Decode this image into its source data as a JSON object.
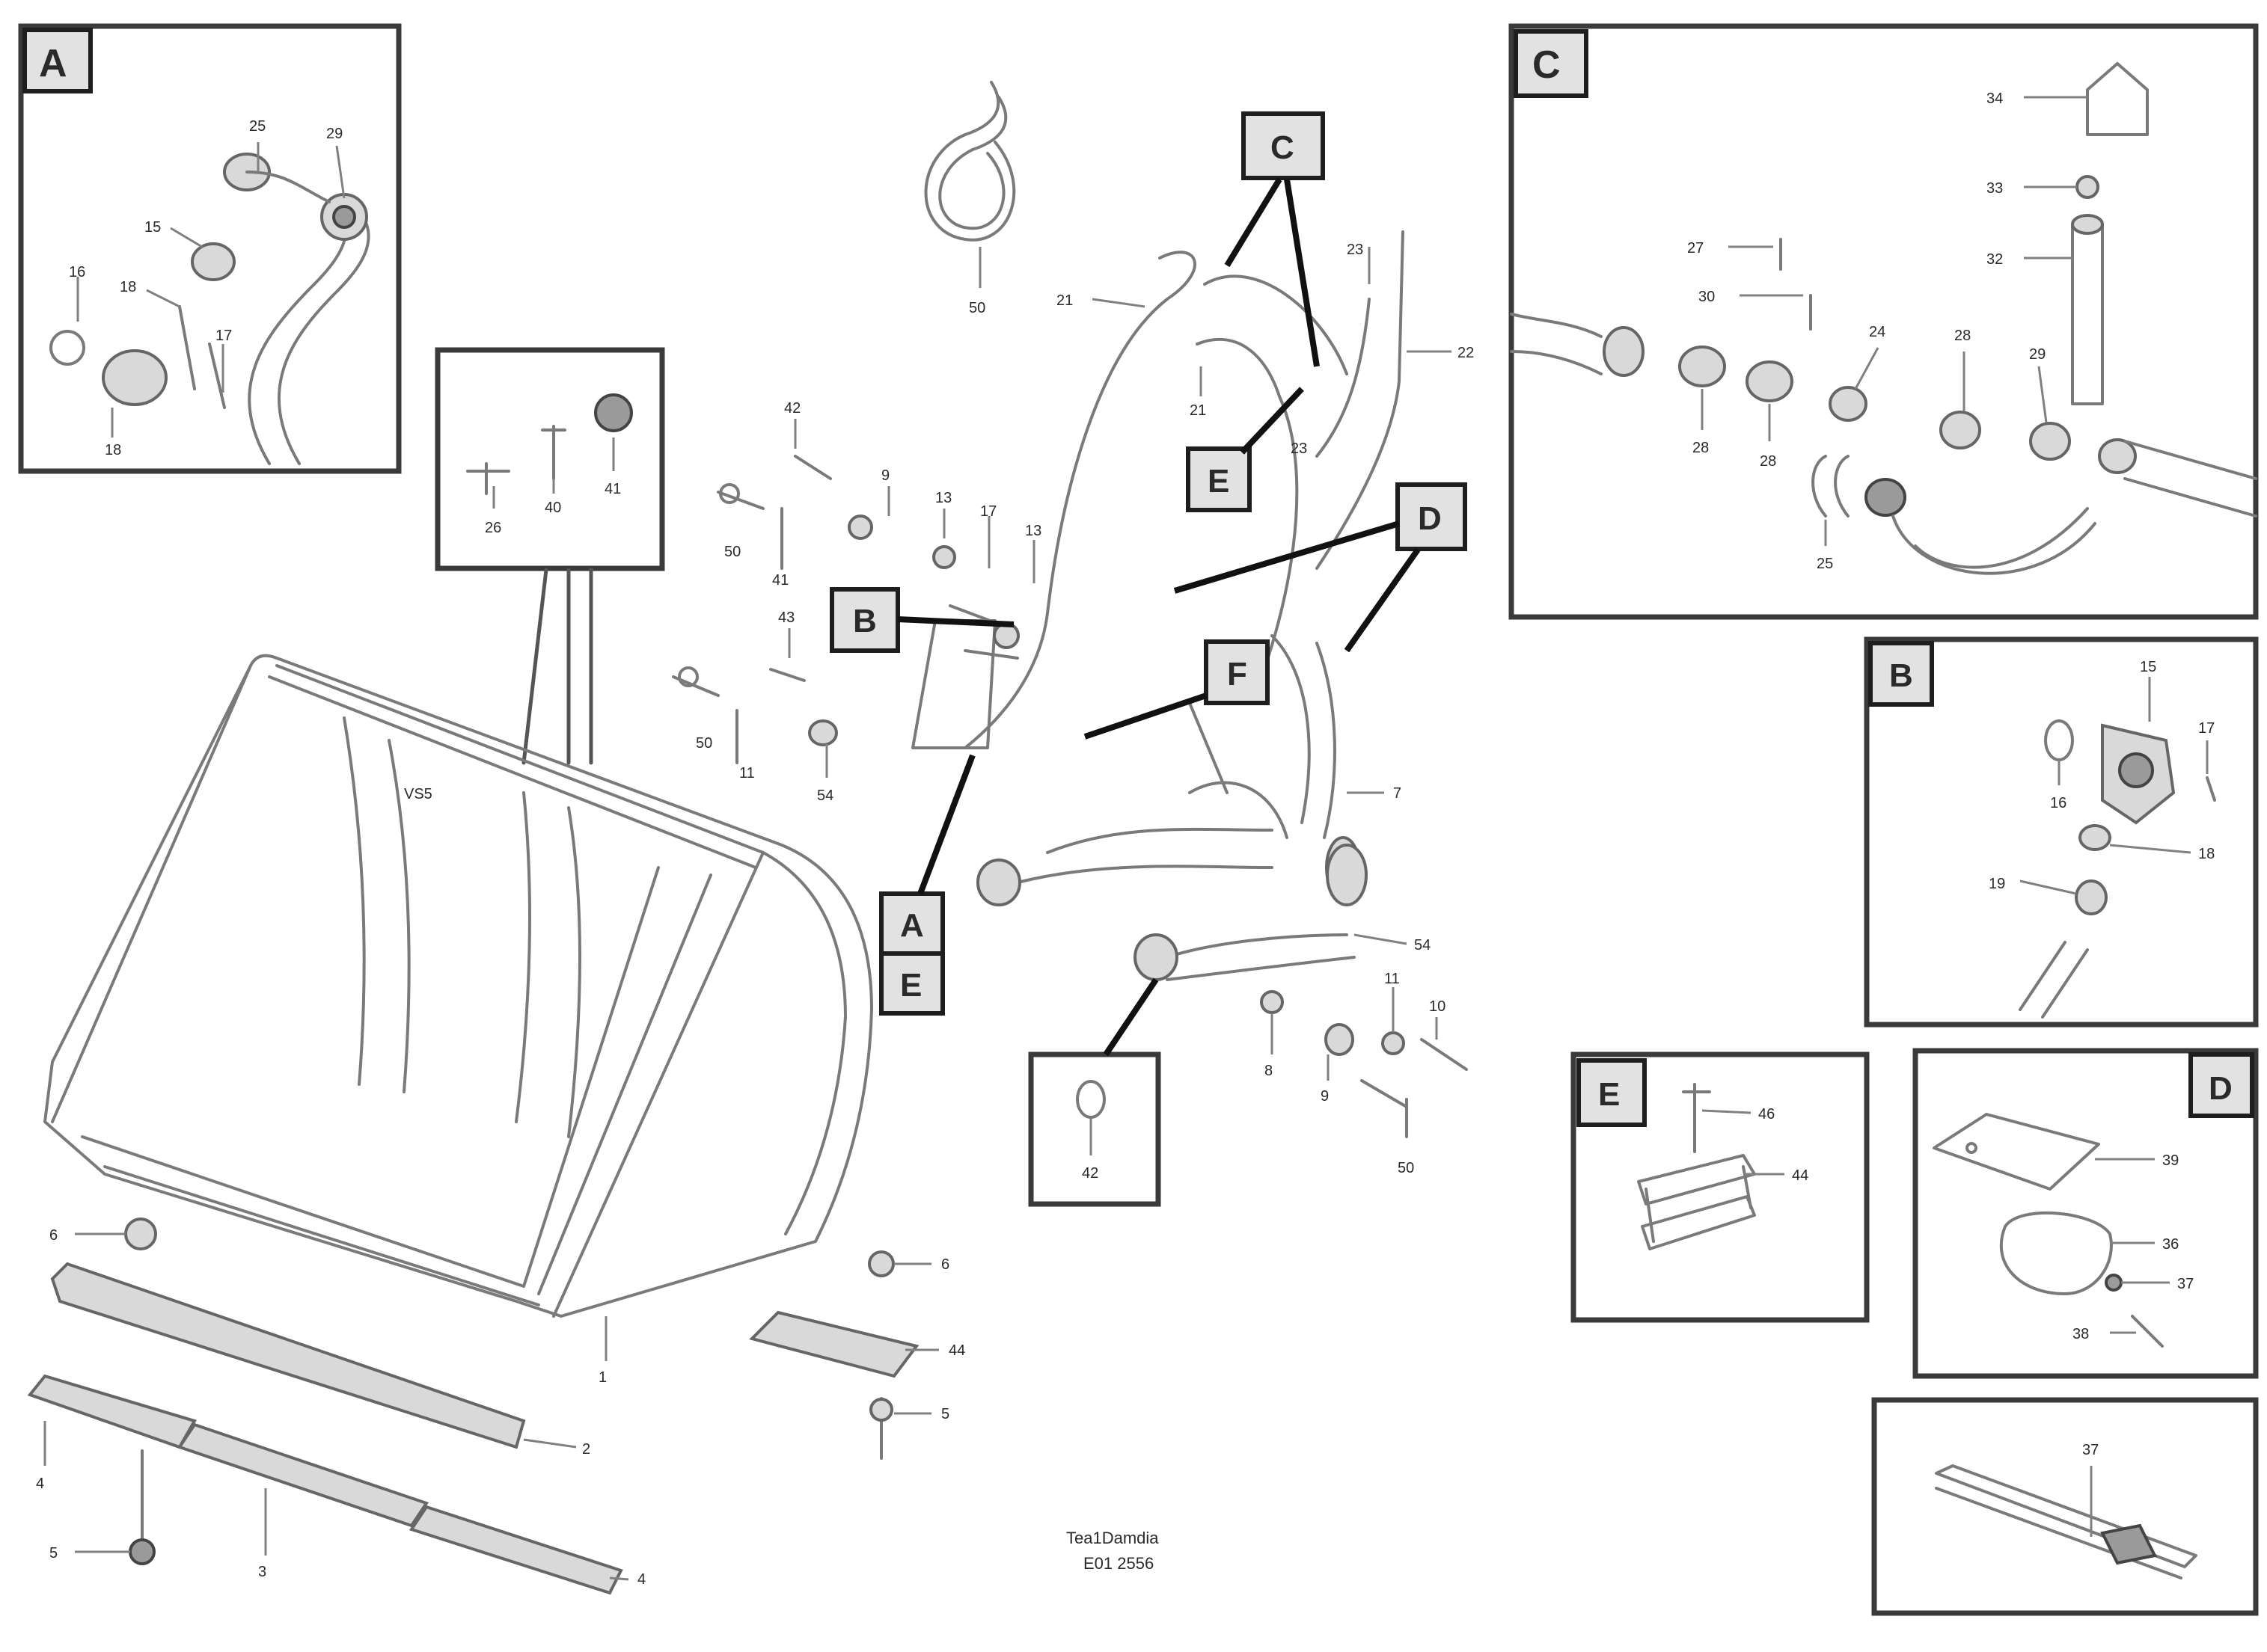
{
  "labels": {
    "A": "A",
    "B": "B",
    "C": "C",
    "D": "D",
    "E": "E",
    "F": "F"
  },
  "callouts": {
    "a1": "25",
    "a2": "29",
    "a3": "15",
    "a4": "16",
    "a5": "18",
    "a6": "17",
    "a7": "18",
    "t1": "26",
    "t2": "40",
    "t3": "41",
    "h1": "50",
    "m1": "42",
    "m2": "9",
    "m3": "13",
    "m4": "17",
    "m5": "13",
    "m6": "50",
    "m7": "41",
    "m8": "43",
    "m9": "50",
    "m10": "11",
    "m11": "54",
    "c1": "21",
    "c2": "23",
    "c3": "22",
    "c4": "21",
    "c5": "23",
    "c6": "7",
    "r1": "54",
    "r2": "8",
    "r3": "9",
    "r4": "11",
    "r5": "10",
    "r6": "50",
    "k1": "42",
    "ch1": "34",
    "ch2": "33",
    "ch3": "32",
    "ch4": "27",
    "ch5": "30",
    "ch6": "28",
    "ch7": "28",
    "ch8": "24",
    "ch9": "28",
    "ch10": "29",
    "ch11": "25",
    "b1": "16",
    "b2": "15",
    "b3": "17",
    "b4": "18",
    "b5": "19",
    "e1": "46",
    "e2": "44",
    "d1": "39",
    "d2": "36",
    "d3": "37",
    "d4": "38",
    "g1": "37",
    "s1": "6",
    "s2": "2",
    "s3": "4",
    "s4": "5",
    "s5": "3",
    "s6": "4",
    "s7": "1",
    "p1": "6",
    "p2": "44",
    "p3": "5",
    "bucket": "VS5"
  },
  "footer": {
    "line1": "Tea1Damdia",
    "line2": "E01 2556"
  }
}
